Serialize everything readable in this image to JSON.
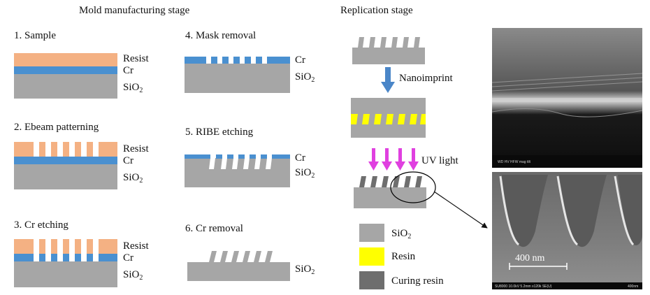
{
  "headings": {
    "mold": "Mold manufacturing stage",
    "replication": "Replication stage"
  },
  "steps": {
    "s1": "1. Sample",
    "s2": "2. Ebeam patterning",
    "s3": "3. Cr etching",
    "s4": "4. Mask removal",
    "s5": "5. RIBE etching",
    "s6": "6. Cr removal"
  },
  "layers": {
    "resist": "Resist",
    "cr": "Cr",
    "sio2_base": "SiO",
    "sio2_sub": "2"
  },
  "process": {
    "nanoimprint": "Nanoimprint",
    "uv_light": "UV light"
  },
  "legend": {
    "sio2_base": "SiO",
    "sio2_sub": "2",
    "resin": "Resin",
    "curing_resin": "Curing resin"
  },
  "sem": {
    "scale_label": "400 nm",
    "top_footer": "WD    HV    HFW    mag    tilt",
    "bottom_footer": "SU8000 10.0kV 5.2mm x120k SE(U)",
    "bottom_footer_right": "400nm"
  },
  "colors": {
    "resist": "#f4b183",
    "cr": "#4a90d0",
    "sio2": "#a6a6a6",
    "resin": "#ffff00",
    "curing": "#6e6e6e",
    "nanoimprint_arrow": "#4a86c8",
    "uv_arrow": "#e040e0"
  }
}
